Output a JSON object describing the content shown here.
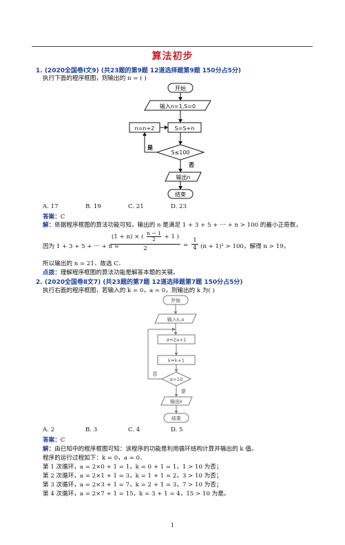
{
  "title": "算法初步",
  "q1": {
    "header": "1. (2020全国卷Ⅰ文9) (共23题的第9题 12道选择题第9题 150分占5分)",
    "stem": "执行下面的程序框图，则输出的 n = (      )",
    "flow": {
      "start": "开始",
      "input": "输入n=1,S=0",
      "update_n": "n=n+2",
      "update_s": "S=S+n",
      "cond": "S≤100",
      "yes": "是",
      "no": "否",
      "output": "输出n",
      "end": "结束"
    },
    "choices": [
      "A. 17",
      "B. 19",
      "C. 21",
      "D. 23"
    ],
    "answer_label": "答案：",
    "answer": "C",
    "solution_label": "解：",
    "solution_1": "依据程序框图的算法功能可知，输出的 n 是满足 1 + 3 + 5 + ⋯ + n > 100 的最小正奇数，",
    "solution_2_pre": "因为 1 + 3 + 5 + ⋯ + n =",
    "frac_num": "(1 + n) × (",
    "frac_inner_num": "n − 1",
    "frac_inner_den": "2",
    "frac_num_tail": "+ 1 )",
    "frac_den": "2",
    "solution_2_mid": "=",
    "quarter_num": "1",
    "quarter_den": "4",
    "solution_2_post": "(n + 1)² > 100，解得 n > 19，",
    "solution_3": "所以输出的 n = 21．故选 C．",
    "point_label": "点拨：",
    "point": "理解程序框图的算法功能是解答本题的关键。"
  },
  "q2": {
    "header": "2. (2020全国卷Ⅱ文7) (共23题的第7题 12道选择题第7题 150分占5分)",
    "stem": "执行右面的程序框图，若输入的 k = 0，a = 0，则输出的 k 为(      )",
    "flow": {
      "start": "开始",
      "input": "输入k,a",
      "update_a": "a=2a+1",
      "update_k": "k=k+1",
      "cond": "a>10",
      "no": "否",
      "yes": "是",
      "output": "输出k",
      "end": "结束"
    },
    "choices": [
      "A. 2",
      "B. 3",
      "C. 4",
      "D. 5"
    ],
    "answer_label": "答案：",
    "answer": "C",
    "solution_label": "解：",
    "solution_1": "由已知中的程序框图可知：该程序的功能是利用循环结构计算并输出的 k 值。",
    "lines": [
      "程序的运行过程如下：k = 0，a = 0．",
      "第 1 次循环，a = 2×0 + 1 = 1，k = 0 + 1 = 1，1 > 10 为否；",
      "第 2 次循环，a = 2×1 + 1 = 3，k = 1 + 1 = 2，3 > 10 为否；",
      "第 3 次循环，a = 2×3 + 1 = 7，k = 2 + 1 = 3，7 > 10 为否；",
      "第 4 次循环，a = 2×7 + 1 = 15，k = 3 + 1 = 4，15 > 10 为是。"
    ]
  },
  "page_number": "1"
}
